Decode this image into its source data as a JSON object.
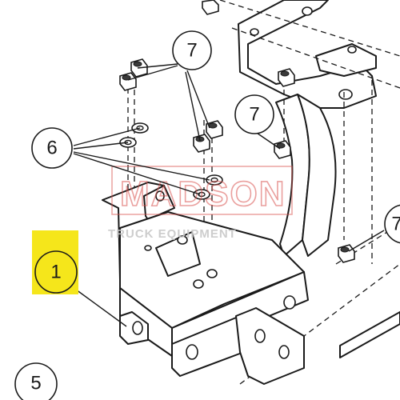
{
  "callouts": {
    "c1": "1",
    "c5": "5",
    "c6": "6",
    "c7a": "7",
    "c7b": "7",
    "c7c": "7"
  },
  "watermark": {
    "brand": "MADSON",
    "tagline": "TRUCK EQUIPMENT"
  },
  "colors": {
    "highlight": "#f5e61b",
    "watermark": "#d9534f",
    "line": "#1a1a1a"
  }
}
